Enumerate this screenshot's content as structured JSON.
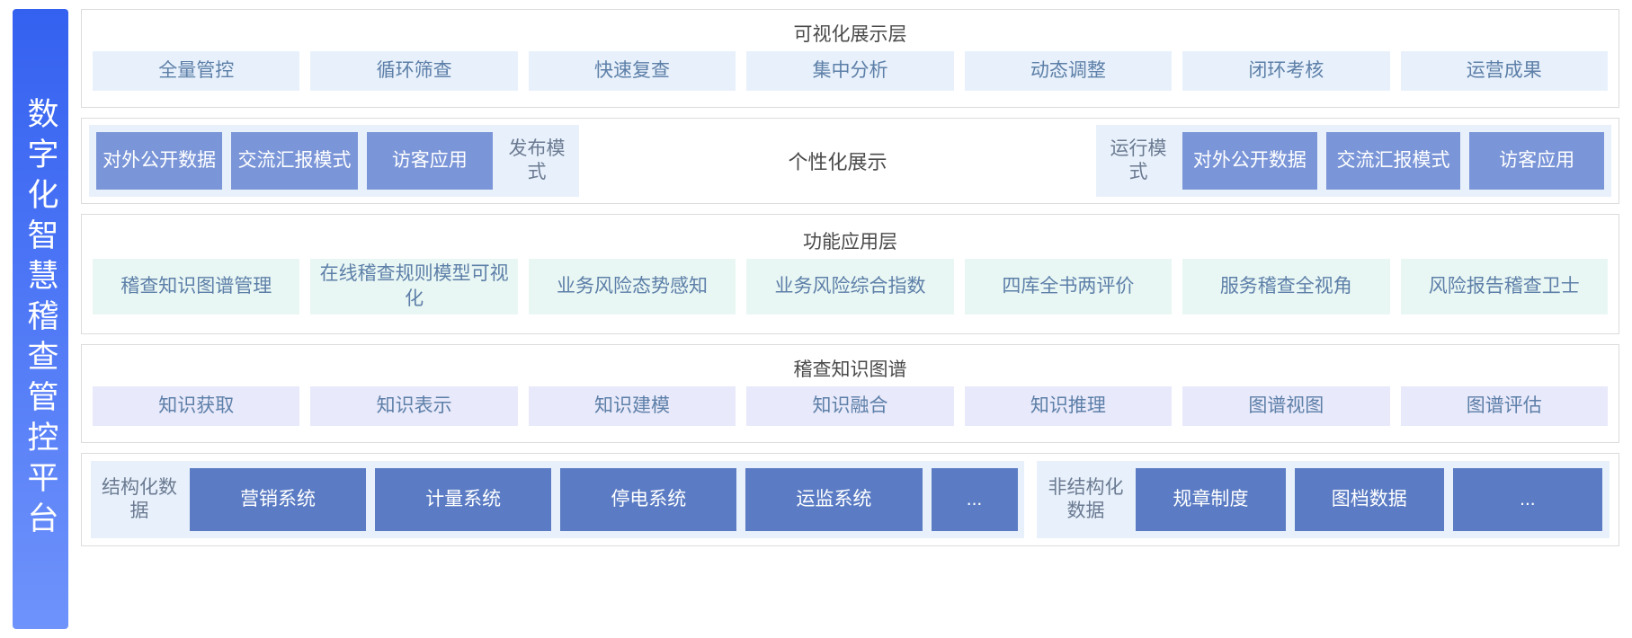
{
  "platform": {
    "vertical_title": "数字化智慧稽查管控平台",
    "accent_from": "#3461f0",
    "accent_to": "#6f93fb"
  },
  "layers": {
    "visualization": {
      "title": "可视化展示层",
      "chip_bg": "#e8f1fb",
      "chip_text": "#5d7fa8",
      "items": [
        {
          "label": "全量管控"
        },
        {
          "label": "循环筛查"
        },
        {
          "label": "快速复查"
        },
        {
          "label": "集中分析"
        },
        {
          "label": "动态调整"
        },
        {
          "label": "闭环考核"
        },
        {
          "label": "运营成果"
        }
      ]
    },
    "modes": {
      "middle_label": "个性化展示",
      "chip_bg": "#7b96d8",
      "group_bg": "#e8f1fb",
      "left": {
        "mode_label": "发布模式",
        "items": [
          {
            "label": "对外公开数据"
          },
          {
            "label": "交流汇报模式"
          },
          {
            "label": "访客应用"
          }
        ]
      },
      "right": {
        "mode_label": "运行模式",
        "items": [
          {
            "label": "对外公开数据"
          },
          {
            "label": "交流汇报模式"
          },
          {
            "label": "访客应用"
          }
        ]
      }
    },
    "function_application": {
      "title": "功能应用层",
      "chip_bg": "#e9f7f4",
      "chip_text": "#5d7fa8",
      "items": [
        {
          "label": "稽查知识图谱管理"
        },
        {
          "label": "在线稽查规则模型可视化"
        },
        {
          "label": "业务风险态势感知"
        },
        {
          "label": "业务风险综合指数"
        },
        {
          "label": "四库全书两评价"
        },
        {
          "label": "服务稽查全视角"
        },
        {
          "label": "风险报告稽查卫士"
        }
      ]
    },
    "knowledge_graph": {
      "title": "稽查知识图谱",
      "chip_bg": "#e8e9fa",
      "chip_text": "#5d7fa8",
      "items": [
        {
          "label": "知识获取"
        },
        {
          "label": "知识表示"
        },
        {
          "label": "知识建模"
        },
        {
          "label": "知识融合"
        },
        {
          "label": "知识推理"
        },
        {
          "label": "图谱视图"
        },
        {
          "label": "图谱评估"
        }
      ]
    },
    "data_sources": {
      "chip_bg": "#5b7cc4",
      "group_bg": "#e8f1fb",
      "structured": {
        "label": "结构化数据",
        "items": [
          {
            "label": "营销系统"
          },
          {
            "label": "计量系统"
          },
          {
            "label": "停电系统"
          },
          {
            "label": "运监系统"
          },
          {
            "label": "..."
          }
        ]
      },
      "unstructured": {
        "label": "非结构化数据",
        "items": [
          {
            "label": "规章制度"
          },
          {
            "label": "图档数据"
          },
          {
            "label": "..."
          }
        ]
      }
    }
  }
}
